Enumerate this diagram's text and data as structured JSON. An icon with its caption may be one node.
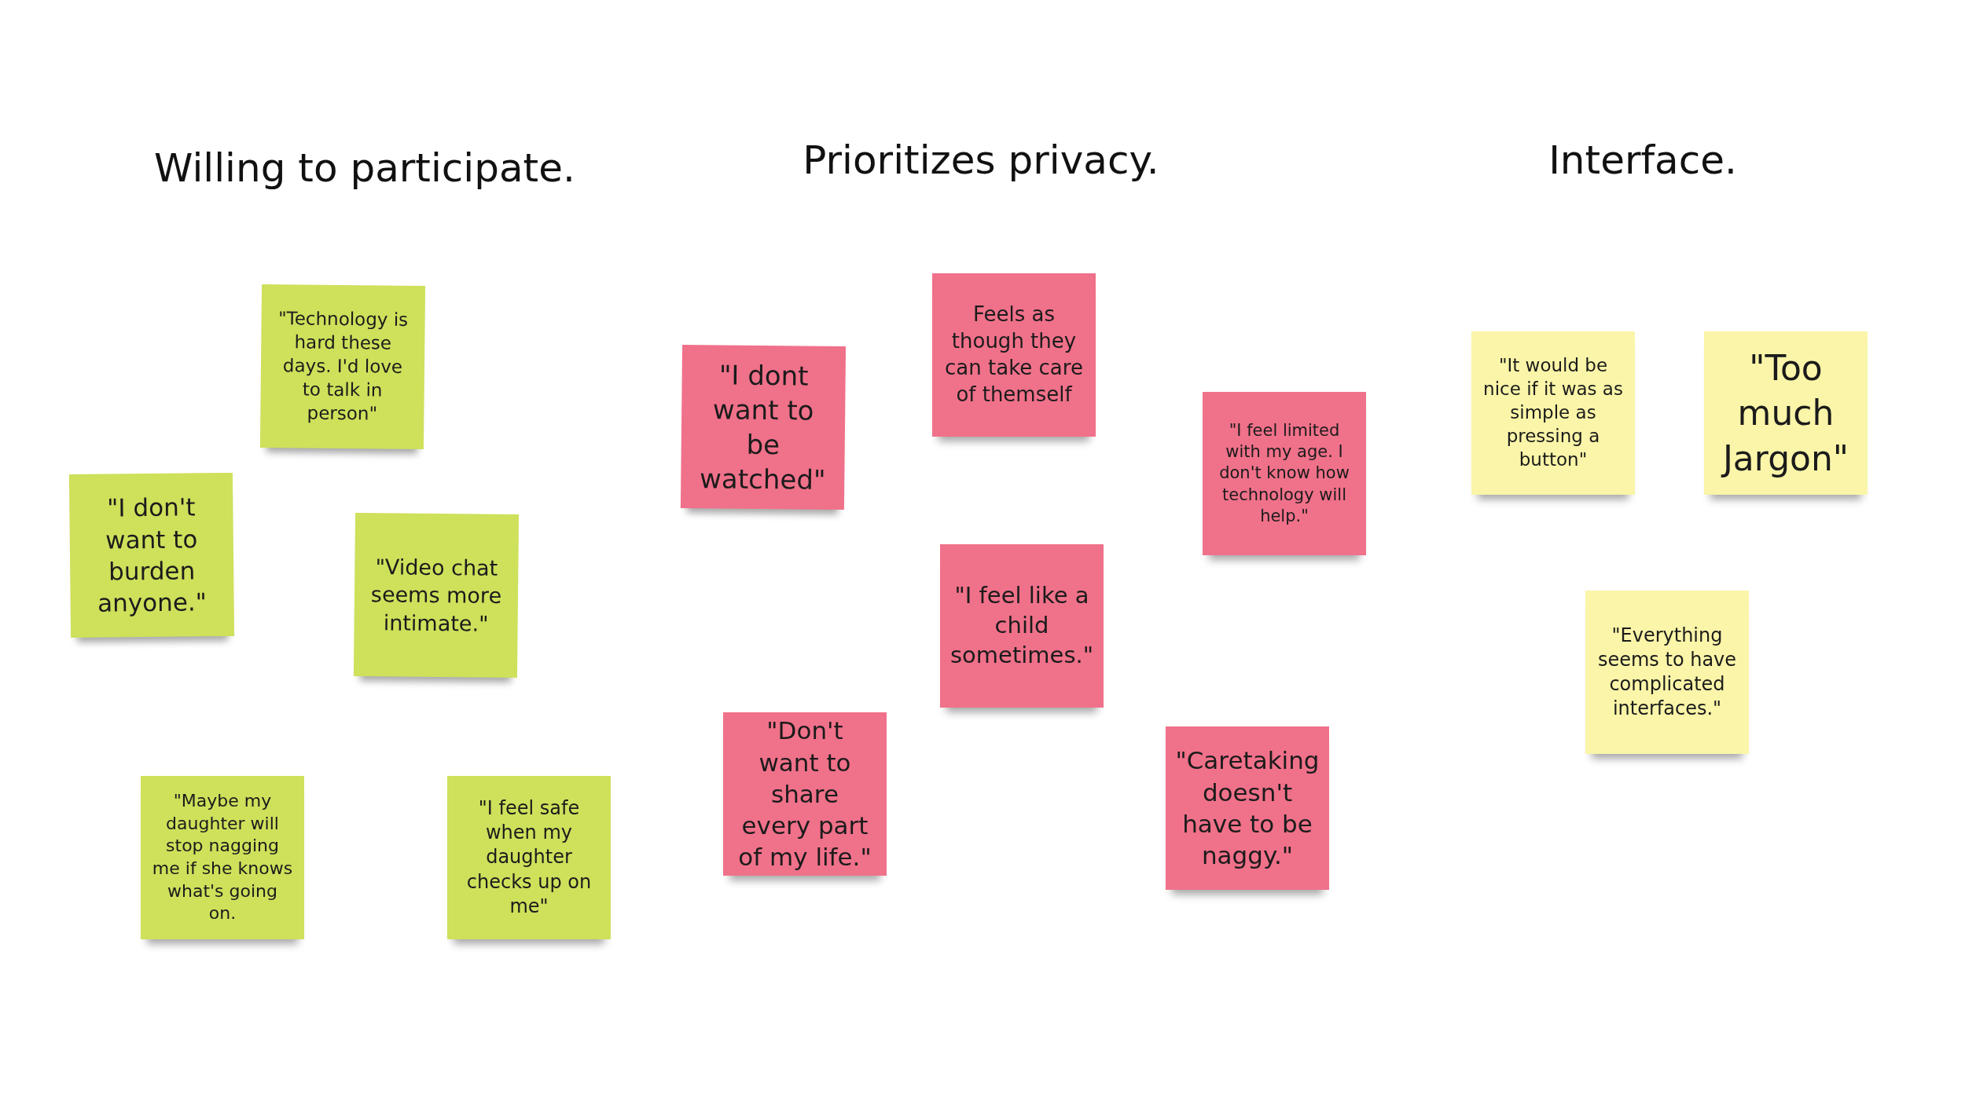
{
  "diagram": {
    "nodes": [
      {
        "text": [
          "\"Technology is hard these days. I'd love to talk in person\""
        ]
      },
      {
        "text": [
          "\"I don't want to burden anyone.\""
        ]
      },
      {
        "text": [
          "\"Video chat seems more intimate.\""
        ]
      },
      {
        "text": [
          "\"Maybe my daughter will stop nagging me if she knows what's going on."
        ]
      },
      {
        "text": [
          "\"I feel safe when my daughter checks up on me\""
        ]
      },
      {
        "text": [
          "Feels as though they can take care of themself"
        ]
      },
      {
        "text": [
          "\"I dont want to be watched\""
        ]
      },
      {
        "text": [
          "\"I feel limited with my age. I don't know how technology will help.\""
        ]
      },
      {
        "text": [
          "\"I feel like a child sometimes.\""
        ]
      },
      {
        "text": [
          "\"Don't want to share every part of my life.\""
        ]
      },
      {
        "text": [
          "\"Caretaking doesn't have to be naggy.\""
        ]
      },
      {
        "text": [
          "\"It would be nice if it was as simple as pressing a button\""
        ]
      },
      {
        "text": [
          "\"Too much Jargon\""
        ]
      },
      {
        "text": [
          "\"Everything seems to have complicated interfaces.\""
        ]
      }
    ],
    "labels": [
      "Willing to participate.",
      "Prioritizes privacy.",
      "Interface."
    ]
  }
}
